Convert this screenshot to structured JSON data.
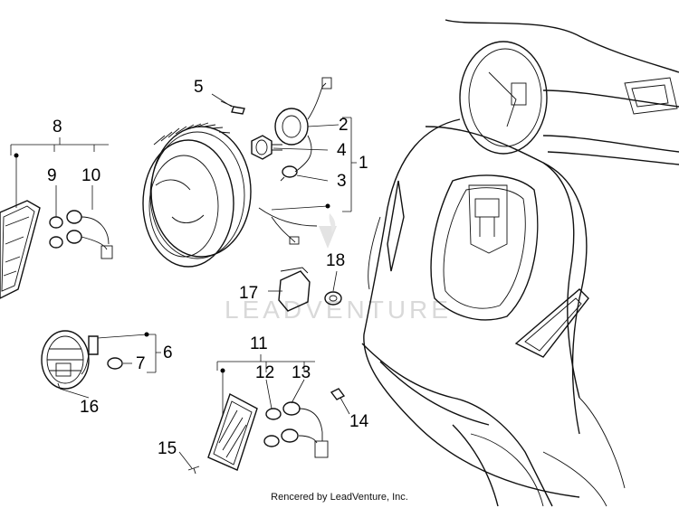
{
  "callouts": {
    "c1": "1",
    "c2": "2",
    "c3": "3",
    "c4": "4",
    "c5": "5",
    "c6": "6",
    "c7": "7",
    "c8": "8",
    "c9": "9",
    "c10": "10",
    "c11": "11",
    "c12": "12",
    "c13": "13",
    "c14": "14",
    "c15": "15",
    "c16": "16",
    "c17": "17",
    "c18": "18"
  },
  "watermark": "LEADVENTURE",
  "credit": "Rencered by LeadVenture, Inc."
}
